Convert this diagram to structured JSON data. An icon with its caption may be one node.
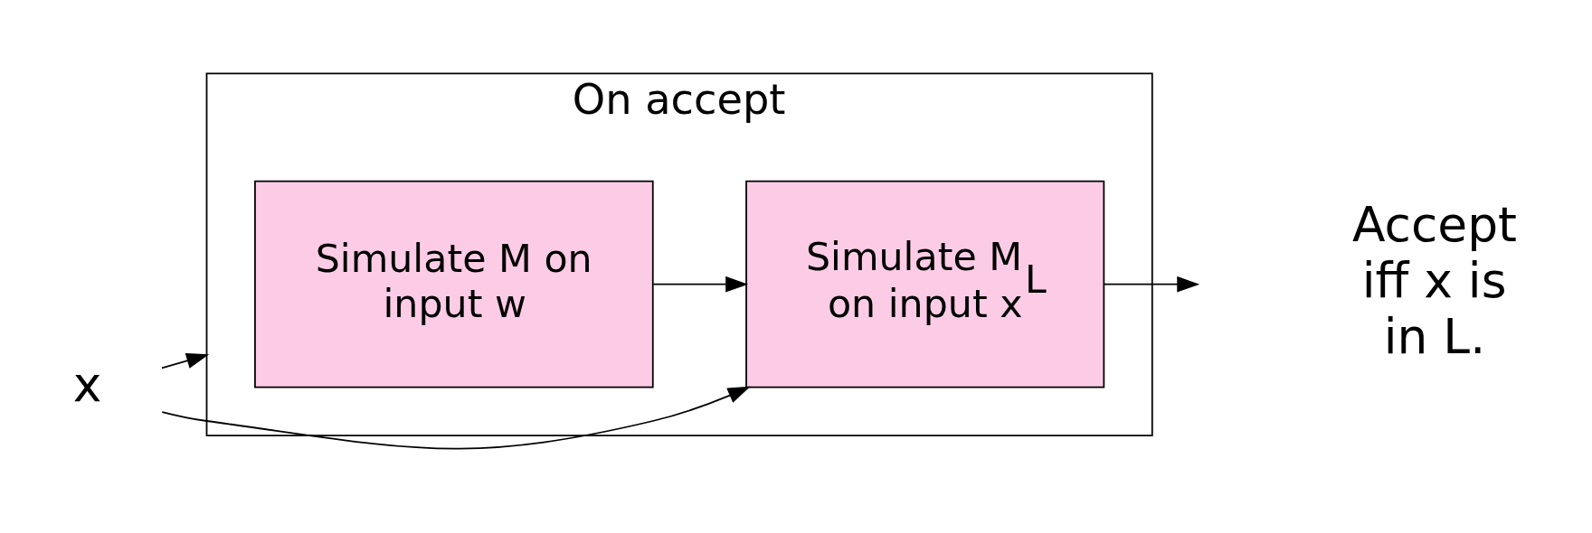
{
  "diagram": {
    "nodes": [
      {
        "text": [
          "On accept"
        ]
      },
      {
        "text": [
          "x"
        ]
      },
      {
        "text": [
          "Simulate M on input w"
        ],
        "in": 0
      },
      {
        "text": [
          "Simulate M$_{L}$ on input x"
        ],
        "in": 0
      }
    ],
    "edges": [
      {
        "from": 1,
        "to": 0,
        "arrow": "to"
      },
      {
        "from": 2,
        "to": 3,
        "arrow": "to"
      },
      {
        "from": 1,
        "to": 3,
        "arrow": "to"
      },
      {
        "from": 3,
        "to": null,
        "arrow": "to"
      }
    ],
    "labels": [
      "Accept iff x is in L."
    ]
  }
}
